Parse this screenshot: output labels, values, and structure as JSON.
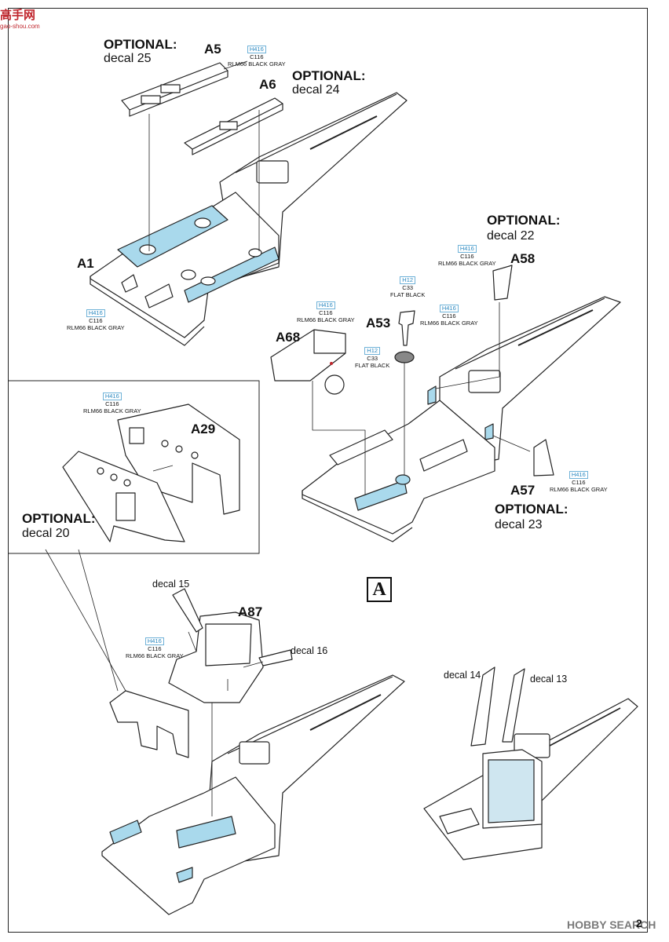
{
  "watermark": {
    "mark": "高手网",
    "url": "gao-shou.com",
    "hobby": "HOBBY SEARCH"
  },
  "page_number": "2",
  "step": "A",
  "labels": {
    "opt_a5_title": "OPTIONAL:",
    "opt_a5_decal": "decal 25",
    "opt_a6_title": "OPTIONAL:",
    "opt_a6_decal": "decal 24",
    "opt_a58_title": "OPTIONAL:",
    "opt_a58_decal": "decal 22",
    "opt_a57_title": "OPTIONAL:",
    "opt_a57_decal": "decal 23",
    "opt_a29_title": "OPTIONAL:",
    "opt_a29_decal": "decal 20",
    "decal15": "decal 15",
    "decal16": "decal 16",
    "decal14": "decal 14",
    "decal13": "decal 13"
  },
  "parts": {
    "a5": "A5",
    "a6": "A6",
    "a1": "A1",
    "a58": "A58",
    "a53": "A53",
    "a68": "A68",
    "a57": "A57",
    "a29": "A29",
    "a87": "A87"
  },
  "paints": {
    "p1": {
      "h": "H416",
      "c": "C116",
      "name": "RLM66 BLACK GRAY"
    },
    "p2": {
      "h": "H416",
      "c": "C116",
      "name": "RLM66 BLACK GRAY"
    },
    "p3": {
      "h": "H416",
      "c": "C116",
      "name": "RLM66 BLACK GRAY"
    },
    "p4": {
      "h": "H12",
      "c": "C33",
      "name": "FLAT BLACK"
    },
    "p5": {
      "h": "H416",
      "c": "C116",
      "name": "RLM66 BLACK GRAY"
    },
    "p6": {
      "h": "H416",
      "c": "C116",
      "name": "RLM66 BLACK GRAY"
    },
    "p7": {
      "h": "H12",
      "c": "C33",
      "name": "FLAT BLACK"
    },
    "p8": {
      "h": "H416",
      "c": "C116",
      "name": "RLM66 BLACK GRAY"
    },
    "p9": {
      "h": "H416",
      "c": "C116",
      "name": "RLM66 BLACK GRAY"
    },
    "p10": {
      "h": "H416",
      "c": "C116",
      "name": "RLM66 BLACK GRAY"
    }
  },
  "colors": {
    "highlight": "#a9d9ec",
    "line": "#222222",
    "hcode": "#2a88c0"
  }
}
